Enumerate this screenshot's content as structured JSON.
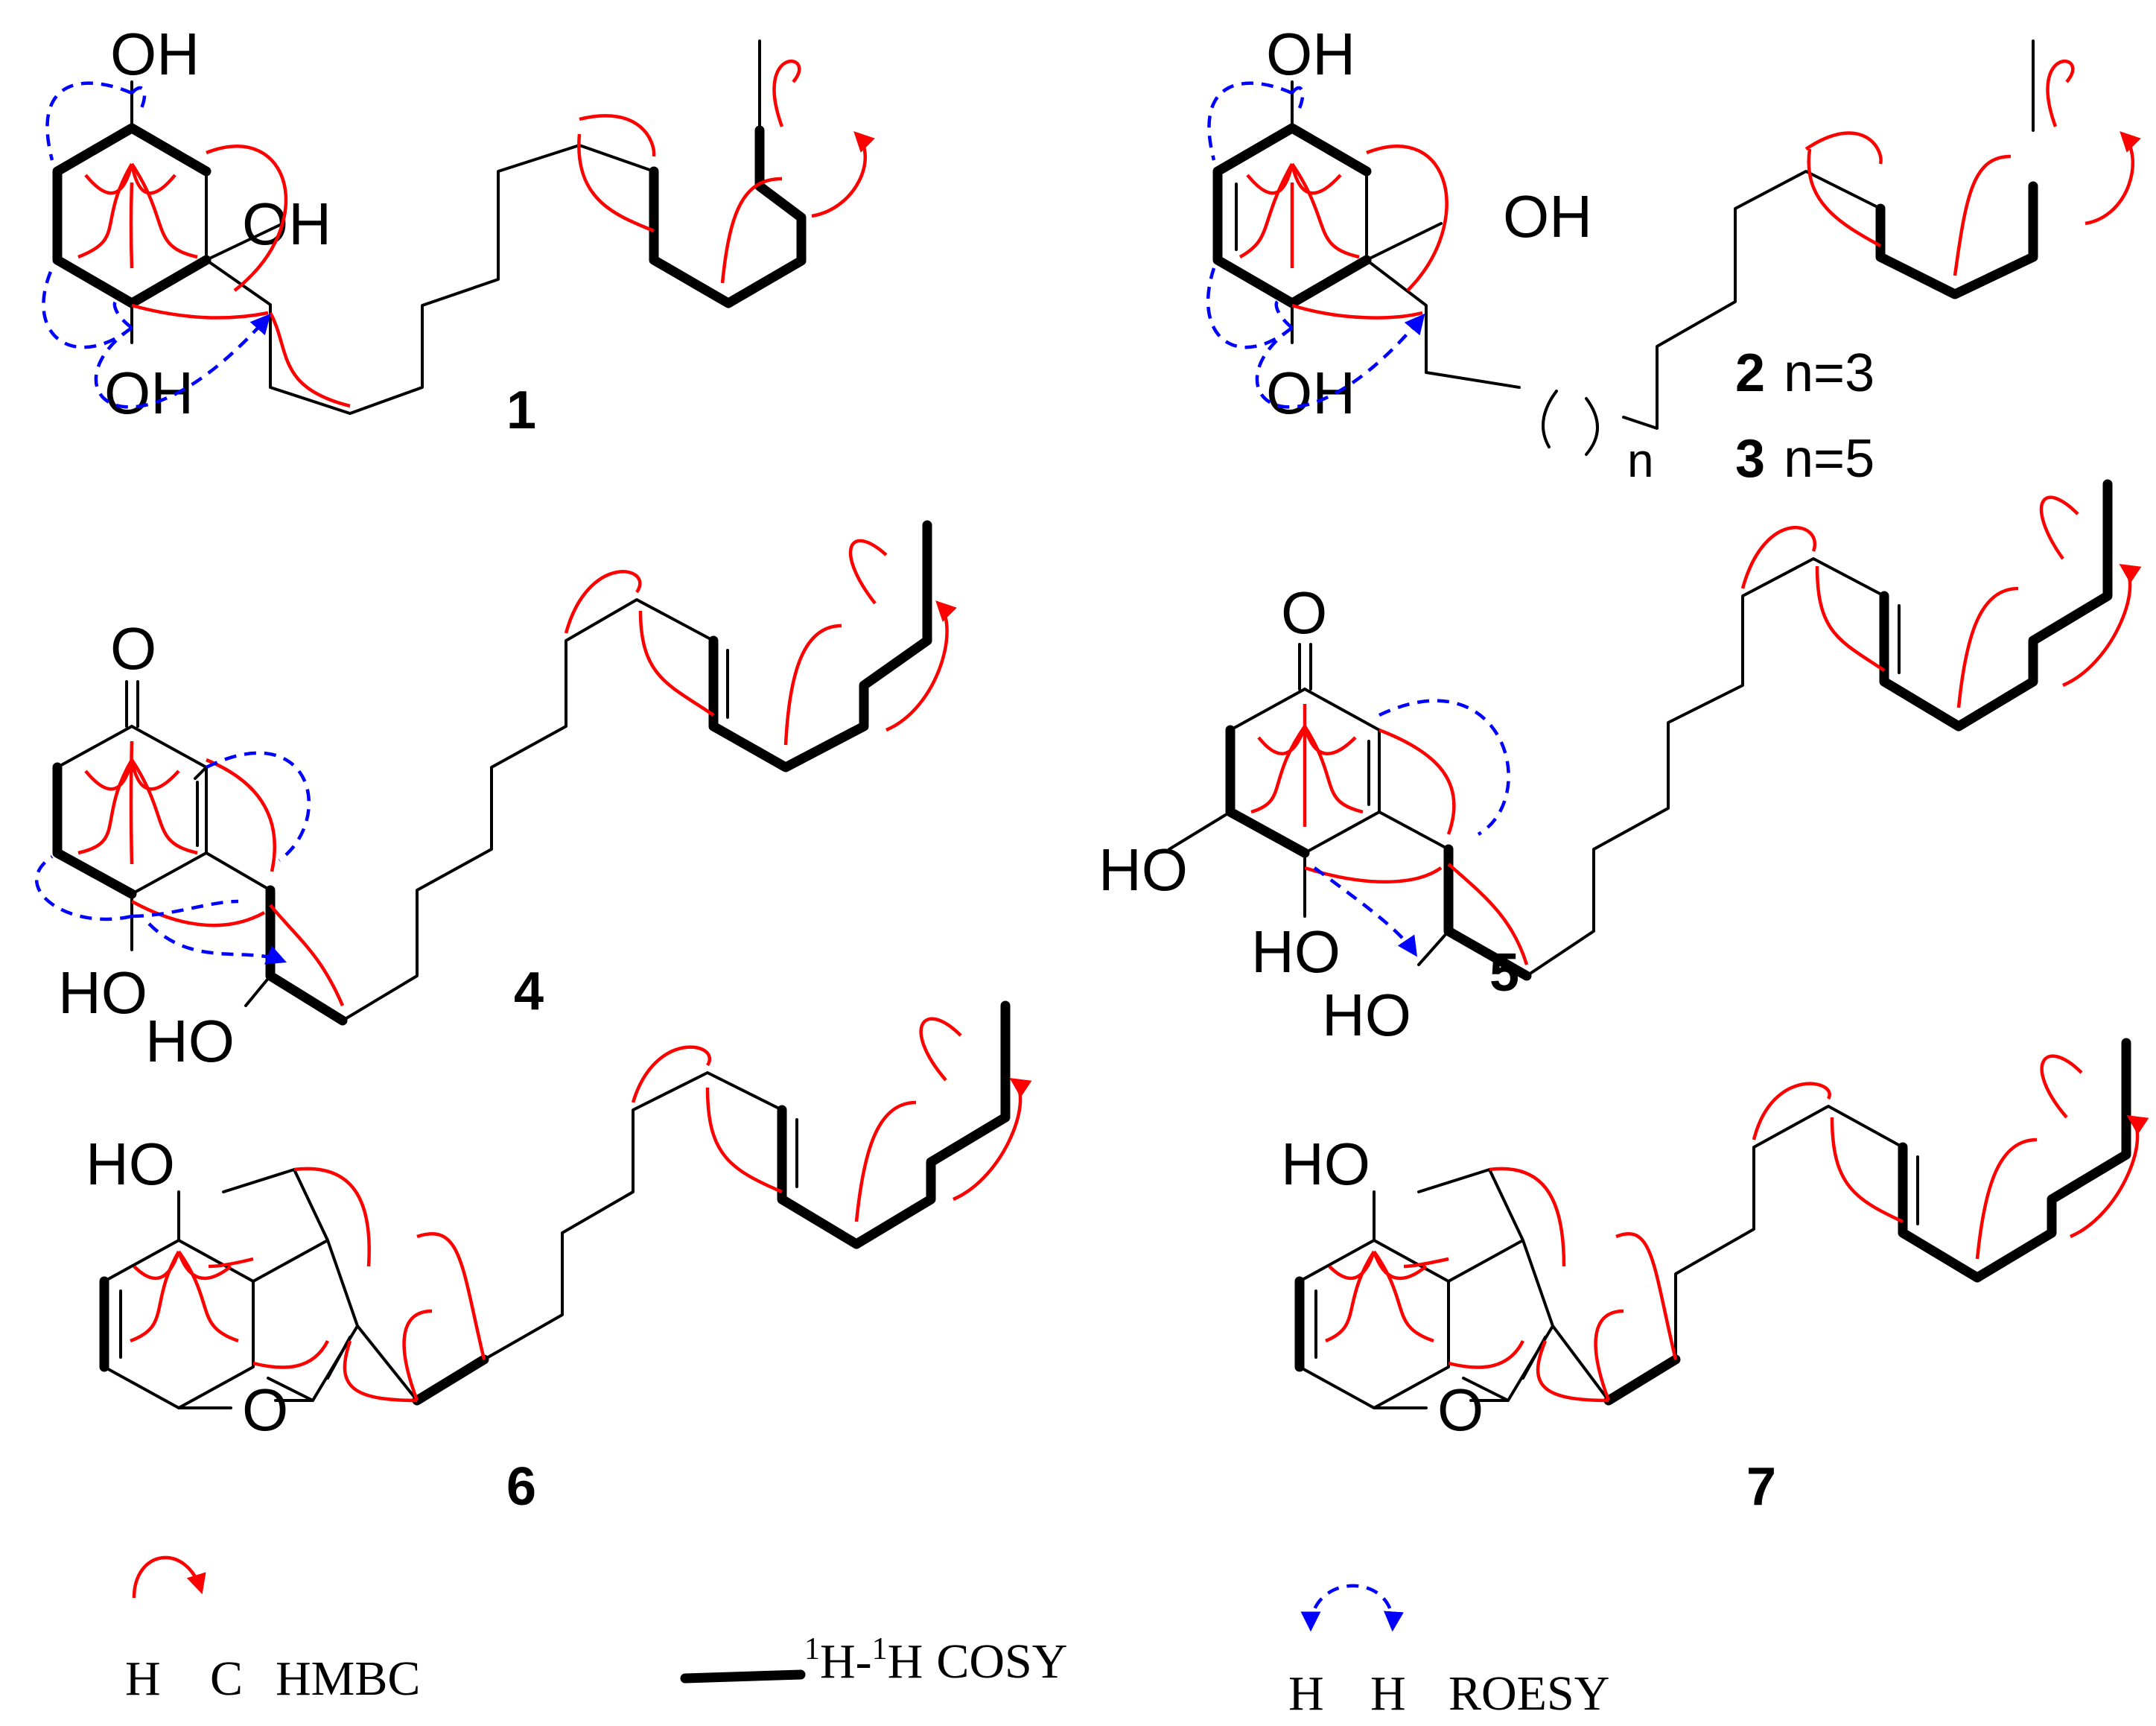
{
  "compounds": {
    "c1": {
      "number": "1"
    },
    "c2": {
      "number": "2",
      "formula": "n=3"
    },
    "c3": {
      "number": "3",
      "formula": "n=5"
    },
    "c4": {
      "number": "4"
    },
    "c5": {
      "number": "5"
    },
    "c6": {
      "number": "6"
    },
    "c7": {
      "number": "7"
    }
  },
  "atoms": {
    "oh": "OH",
    "ho": "HO",
    "o": "O",
    "n": "n"
  },
  "legend": {
    "hmbc": {
      "h": "H",
      "c": "C",
      "label": "HMBC"
    },
    "cosy": {
      "h1": "H",
      "sup1": "1",
      "dash": "-",
      "sup2": "1",
      "h2": "H",
      "label": "COSY"
    },
    "roesy": {
      "h1": "H",
      "h2": "H",
      "label": "ROESY"
    }
  },
  "colors": {
    "hmbc": "#ff0000",
    "roesy": "#0000ff",
    "bond": "#000000"
  }
}
